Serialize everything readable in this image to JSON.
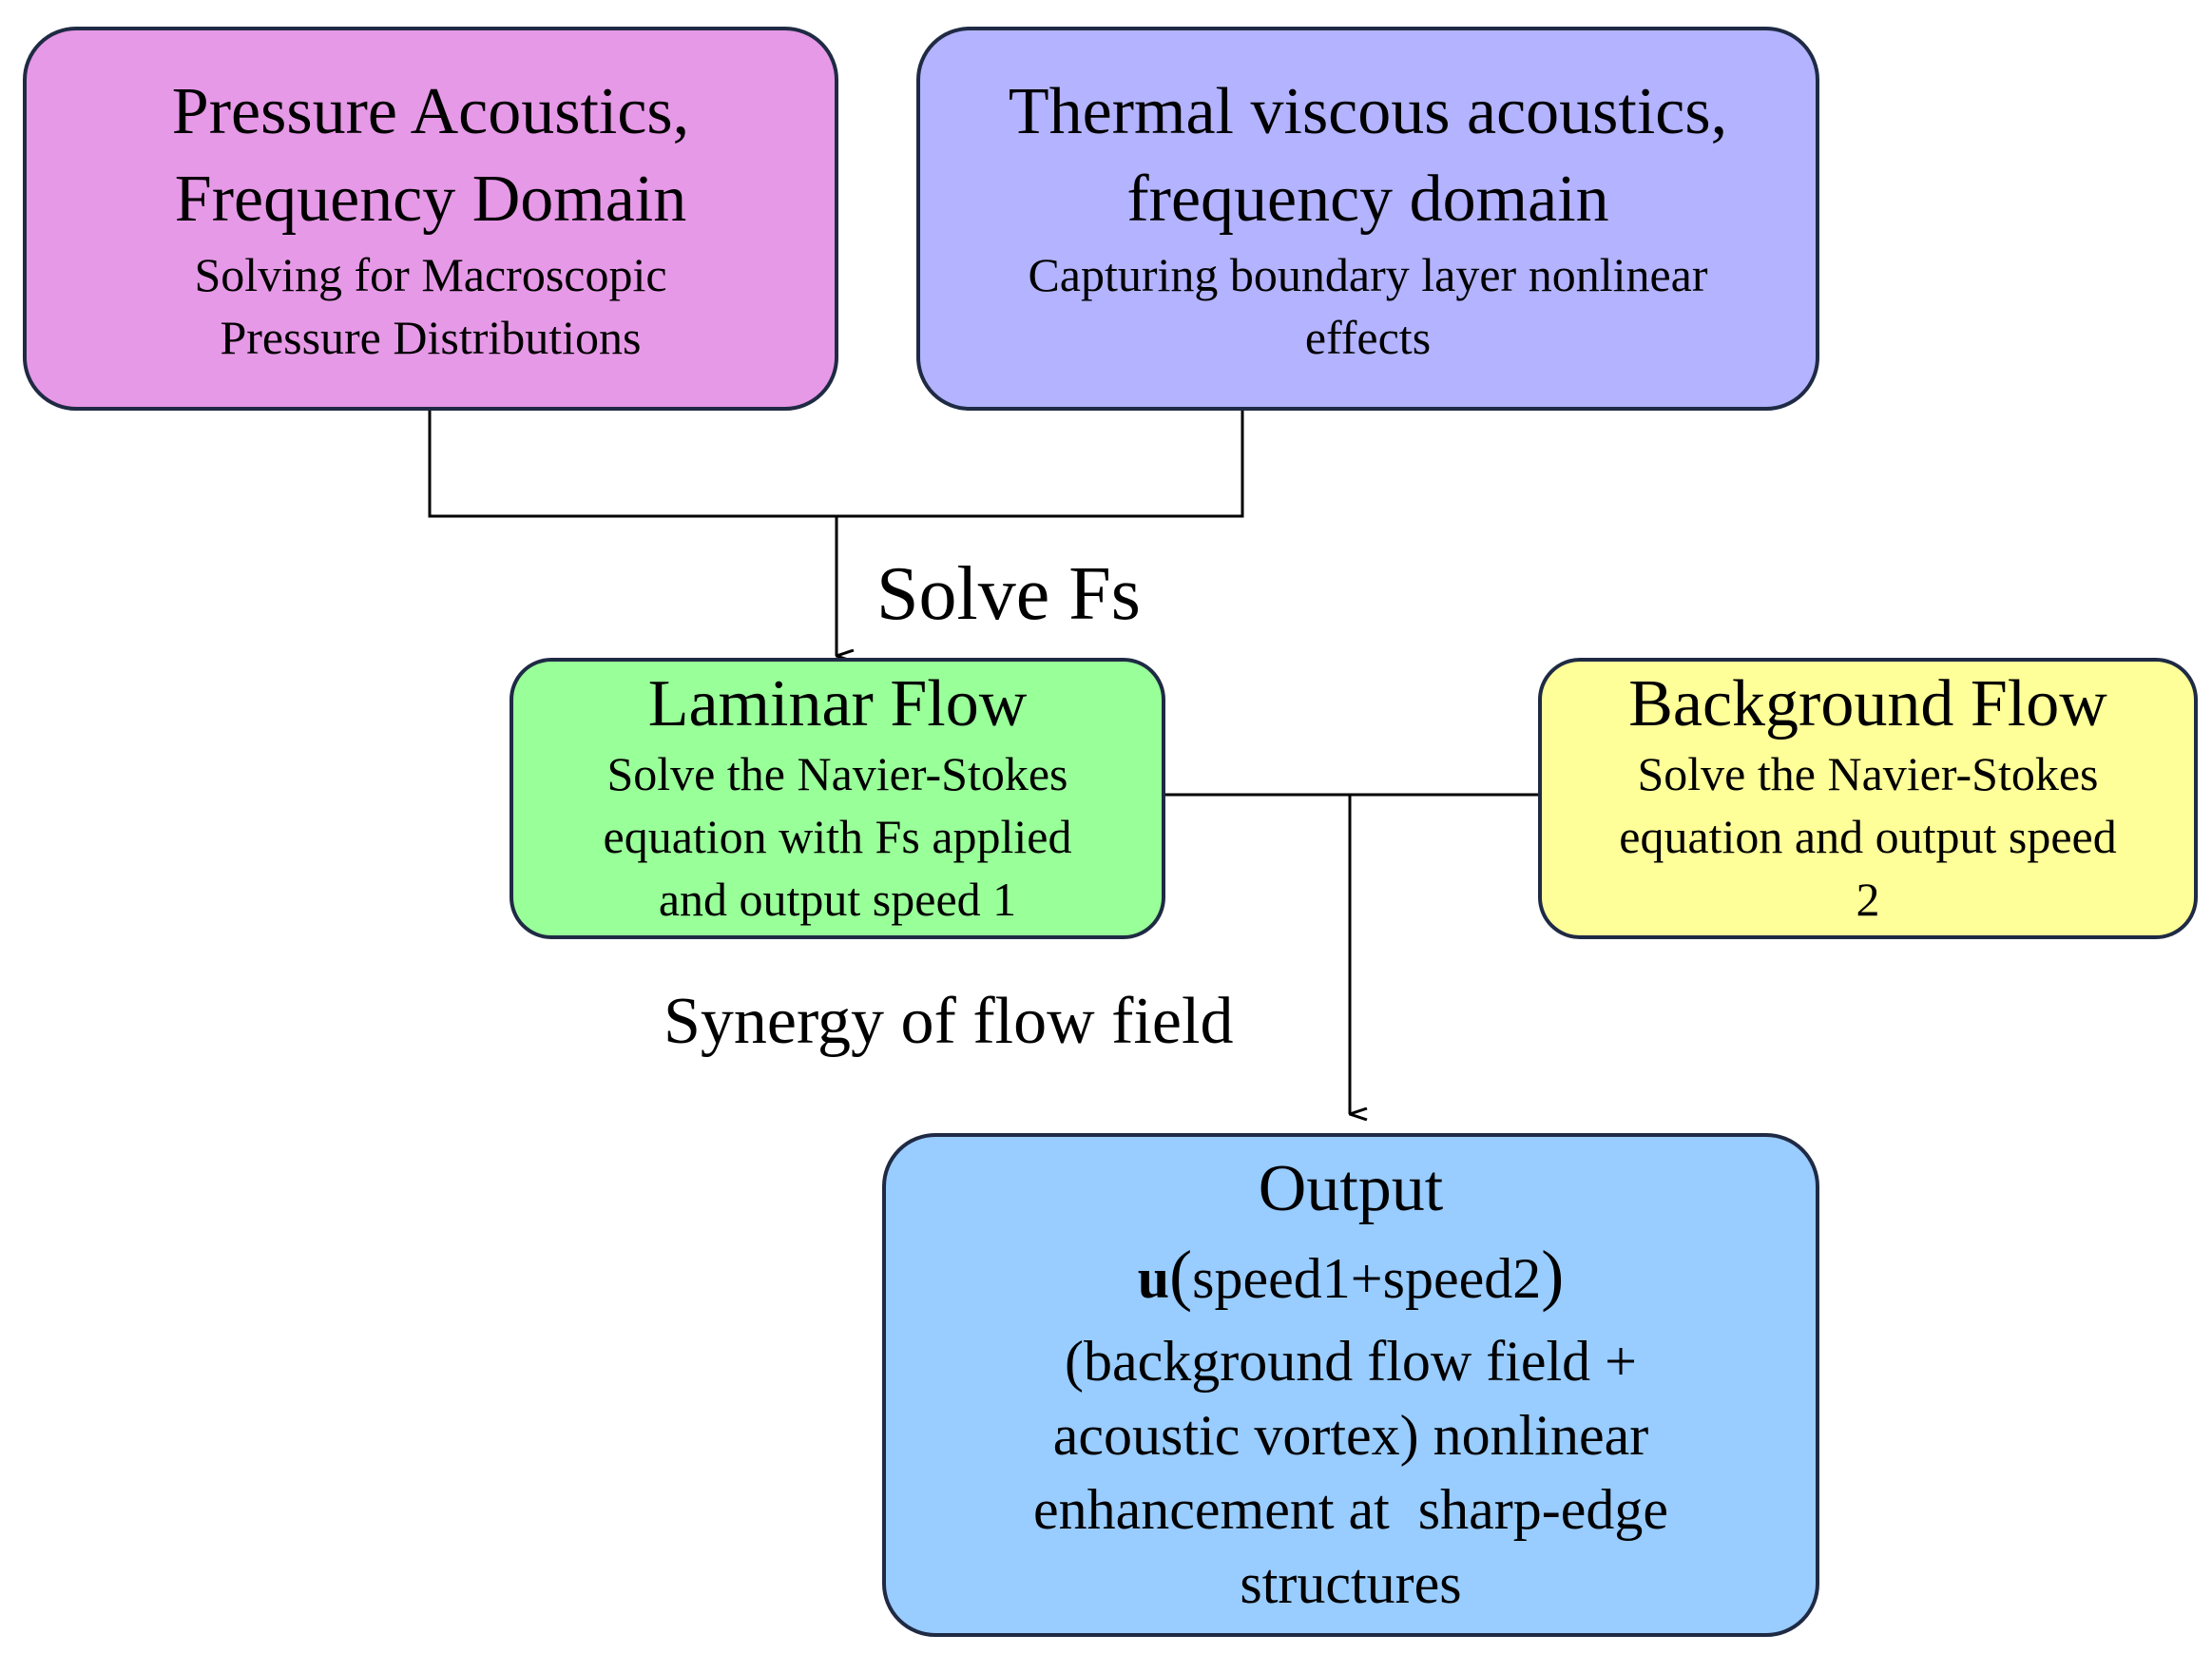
{
  "colors": {
    "pressure_box": "#e699e6",
    "thermal_box": "#b3b3ff",
    "laminar_box": "#99ff99",
    "background_box": "#ffff99",
    "output_box": "#99ccff",
    "border": "#1f2a44",
    "line": "#000000"
  },
  "pressure": {
    "title_line1": "Pressure Acoustics,",
    "title_line2": "Frequency Domain",
    "desc_line1": "Solving for Macroscopic",
    "desc_line2": "Pressure Distributions"
  },
  "thermal": {
    "title_line1": "Thermal viscous acoustics,",
    "title_line2": "frequency domain",
    "desc_line1": "Capturing boundary layer nonlinear",
    "desc_line2": "effects"
  },
  "solve_label": "Solve Fs",
  "laminar": {
    "title": "Laminar Flow",
    "desc_line1": "Solve the Navier-Stokes",
    "desc_line2": "equation with Fs applied",
    "desc_line3": "and output speed 1"
  },
  "background": {
    "title": "Background Flow",
    "desc_line1": "Solve the Navier-Stokes",
    "desc_line2": "equation and output speed",
    "desc_line3": "2"
  },
  "synergy_label": "Synergy of flow field",
  "output": {
    "title": "Output",
    "formula_symbol": "u",
    "formula_open": "(",
    "formula_inner": "speed1+speed2",
    "formula_close": ")",
    "desc_line1": "(background flow field +",
    "desc_line2": "acoustic vortex) nonlinear",
    "desc_line3": "enhancement at  sharp-edge",
    "desc_line4": "structures"
  }
}
